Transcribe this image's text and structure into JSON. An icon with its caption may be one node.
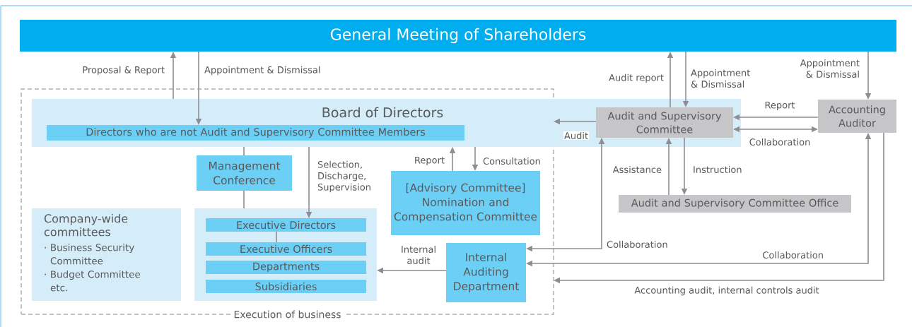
{
  "diagram": {
    "nodes": [
      {
        "text": [
          "General Meeting of Shareholders"
        ]
      },
      {
        "text": [
          "Execution of business"
        ]
      },
      {
        "text": [
          "Board of Directors"
        ]
      },
      {
        "text": [
          "Directors who are not Audit and Supervisory Committee Members"
        ]
      },
      {
        "text": [
          "Audit and Supervisory Committee"
        ],
        "in": 2
      },
      {
        "text": [
          "Accounting Auditor"
        ]
      },
      {
        "text": [
          "Management Conference"
        ],
        "in": 1
      },
      {
        "text": [
          "Company-wide committees",
          "· Business Security Committee",
          "· Budget Committee etc."
        ],
        "in": 1
      },
      {
        "text": [],
        "shape": "box",
        "in": 1
      },
      {
        "text": [
          "Executive Directors"
        ],
        "in": 8
      },
      {
        "text": [
          "Executive Officers"
        ],
        "in": 8
      },
      {
        "text": [
          "Departments"
        ],
        "in": 8
      },
      {
        "text": [
          "Subsidiaries"
        ],
        "in": 8
      },
      {
        "text": [
          "[Advisory Committee] Nomination and Compensation Committee"
        ],
        "in": 1
      },
      {
        "text": [
          "Internal Auditing Department"
        ],
        "in": 1
      },
      {
        "text": [
          "Audit and Supervisory Committee Office"
        ]
      }
    ],
    "edges": [
      {
        "from": 2,
        "to": 0,
        "arrow": "to",
        "label": "Proposal & Report"
      },
      {
        "from": 0,
        "to": 3,
        "arrow": "to",
        "label": "Appointment & Dismissal"
      },
      {
        "from": 4,
        "to": 0,
        "arrow": "to",
        "label": "Audit report"
      },
      {
        "from": 0,
        "to": 4,
        "arrow": "to",
        "label": "Appointment & Dismissal"
      },
      {
        "from": 0,
        "to": 5,
        "arrow": "to",
        "label": "Appointment & Dismissal"
      },
      {
        "from": 5,
        "to": 4,
        "arrow": "to",
        "label": "Report"
      },
      {
        "from": 4,
        "to": 5,
        "arrow": "both",
        "label": "Collaboration"
      },
      {
        "from": 4,
        "to": 1,
        "arrow": "to",
        "label": "Audit"
      },
      {
        "from": 2,
        "to": 6,
        "arrow": "none"
      },
      {
        "from": 6,
        "to": 8,
        "arrow": "none"
      },
      {
        "from": 2,
        "to": 9,
        "arrow": "to",
        "label": "Selection, Discharge, Supervision"
      },
      {
        "from": 9,
        "to": 10,
        "arrow": "none"
      },
      {
        "from": 13,
        "to": 2,
        "arrow": "to",
        "label": "Report"
      },
      {
        "from": 2,
        "to": 13,
        "arrow": "to",
        "label": "Consultation"
      },
      {
        "from": 15,
        "to": 4,
        "arrow": "to",
        "label": "Assistance"
      },
      {
        "from": 4,
        "to": 15,
        "arrow": "to",
        "label": "Instruction"
      },
      {
        "from": 4,
        "to": 14,
        "arrow": "both",
        "label": "Collaboration"
      },
      {
        "from": 5,
        "to": 14,
        "arrow": "both",
        "label": "Collaboration"
      },
      {
        "from": 5,
        "to": 1,
        "arrow": "to",
        "label": "Accounting audit, internal controls audit"
      },
      {
        "from": 14,
        "to": 8,
        "arrow": "to",
        "label": "Internal audit"
      }
    ]
  }
}
